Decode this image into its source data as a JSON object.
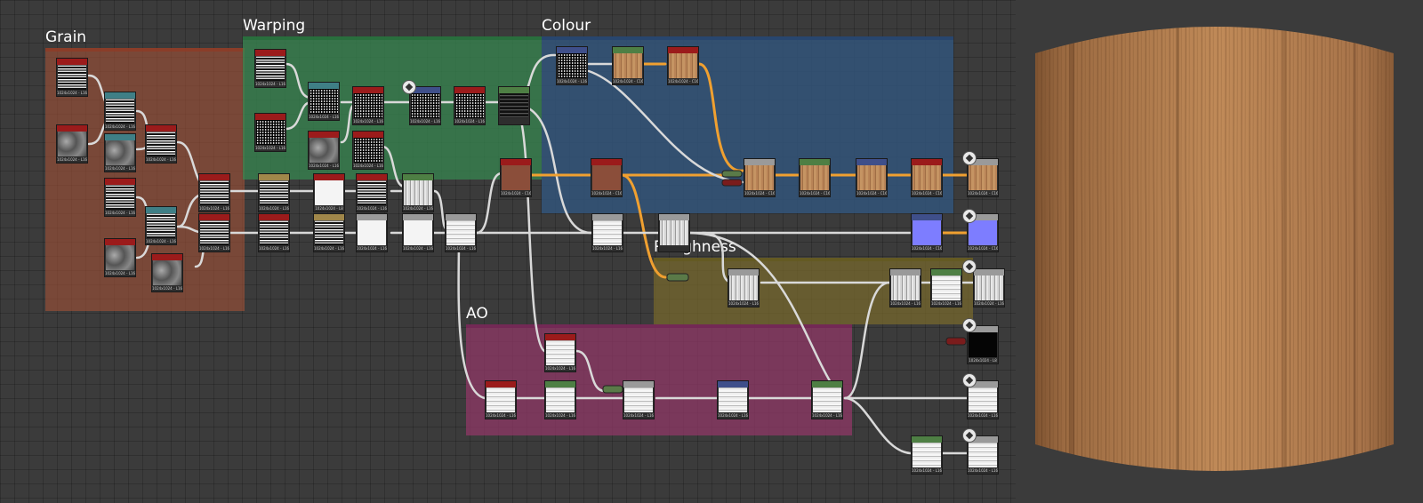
{
  "frames": {
    "grain": "Grain",
    "warping": "Warping",
    "colour": "Colour",
    "roughness": "Roughness",
    "ao": "AO"
  },
  "colors": {
    "wire_default": "#d9d9d9",
    "wire_colour": "#f0a030",
    "header_red": "#9b1b1b",
    "header_teal": "#3f7f86",
    "header_green": "#4e7f44",
    "header_blue": "#3f4f8a",
    "header_tan": "#a0874a",
    "wood": "#b98457"
  },
  "nodes": [
    {
      "id": "g1",
      "header": "red",
      "tex": "stripe",
      "cap": "1024x1024 - L16"
    },
    {
      "id": "g2",
      "header": "red",
      "tex": "blur",
      "cap": "1024x1024 - L16"
    },
    {
      "id": "g3",
      "header": "teal",
      "tex": "stripe",
      "cap": "1024x1024 - L16"
    },
    {
      "id": "g4",
      "header": "teal",
      "tex": "blur",
      "cap": "1024x1024 - L16"
    },
    {
      "id": "g5",
      "header": "red",
      "tex": "stripe",
      "cap": "1024x1024 - L16"
    },
    {
      "id": "g6",
      "header": "red",
      "tex": "stripe",
      "cap": "1024x1024 - L16"
    },
    {
      "id": "g7",
      "header": "red",
      "tex": "blur",
      "cap": "1024x1024 - L16"
    },
    {
      "id": "g8",
      "header": "teal",
      "tex": "stripe",
      "cap": "1024x1024 - L16"
    },
    {
      "id": "g9",
      "header": "red",
      "tex": "stripe",
      "cap": "1024x1024 - L16"
    },
    {
      "id": "g10",
      "header": "red",
      "tex": "stripe",
      "cap": "1024x1024 - L16"
    },
    {
      "id": "g11",
      "header": "red",
      "tex": "blur",
      "cap": "1024x1024 - L16"
    },
    {
      "id": "w1",
      "header": "red",
      "tex": "stripe",
      "cap": "1024x1024 - L16"
    },
    {
      "id": "w2",
      "header": "red",
      "tex": "noise",
      "cap": "1024x1024 - L16"
    },
    {
      "id": "w3",
      "header": "teal",
      "tex": "noise",
      "cap": "1024x1024 - L16"
    },
    {
      "id": "w4",
      "header": "red",
      "tex": "blur",
      "cap": "1024x1024 - L16"
    },
    {
      "id": "w5",
      "header": "red",
      "tex": "noise",
      "cap": "1024x1024 - L16"
    },
    {
      "id": "w6",
      "header": "red",
      "tex": "noise",
      "cap": "1024x1024 - L16"
    },
    {
      "id": "w7",
      "header": "blue",
      "tex": "noise",
      "cap": "1024x1024 - L16"
    },
    {
      "id": "w8",
      "header": "red",
      "tex": "noise",
      "cap": "1024x1024 - L16"
    },
    {
      "id": "w9",
      "header": "green",
      "tex": "dark",
      "cap": ""
    },
    {
      "id": "w10",
      "header": "tan",
      "tex": "stripe",
      "cap": "1024x1024 - L16"
    },
    {
      "id": "w11",
      "header": "red",
      "tex": "stripe",
      "cap": "1024x1024 - L16"
    },
    {
      "id": "w12",
      "header": "red",
      "tex": "white",
      "cap": "1024x1024 - L8"
    },
    {
      "id": "w13",
      "header": "tan",
      "tex": "stripe",
      "cap": "1024x1024 - L16"
    },
    {
      "id": "w14",
      "header": "red",
      "tex": "stripe",
      "cap": "1024x1024 - L16"
    },
    {
      "id": "w15",
      "header": "grey",
      "tex": "white",
      "cap": "1024x1024 - L16"
    },
    {
      "id": "w16",
      "header": "green",
      "tex": "grey",
      "cap": "1024x1024 - L16"
    },
    {
      "id": "w17",
      "header": "grey",
      "tex": "white",
      "cap": "1024x1024 - L16"
    },
    {
      "id": "w18",
      "header": "grey",
      "tex": "whitegrain",
      "cap": "1024x1024 - L16"
    },
    {
      "id": "c1",
      "header": "red",
      "tex": "woodred",
      "cap": "1024x1024 - C16"
    },
    {
      "id": "c2",
      "header": "blue",
      "tex": "noise",
      "cap": "1024x1024 - L16"
    },
    {
      "id": "c3",
      "header": "green",
      "tex": "wood",
      "cap": "1024x1024 - C16"
    },
    {
      "id": "c4",
      "header": "red",
      "tex": "wood",
      "cap": "1024x1024 - C16"
    },
    {
      "id": "c5",
      "header": "red",
      "tex": "woodred",
      "cap": "1024x1024 - C16"
    },
    {
      "id": "c6",
      "header": "grey",
      "tex": "wood",
      "cap": "1024x1024 - C16"
    },
    {
      "id": "c7",
      "header": "green",
      "tex": "wood",
      "cap": "1024x1024 - C16"
    },
    {
      "id": "c8",
      "header": "blue",
      "tex": "wood",
      "cap": "1024x1024 - C16"
    },
    {
      "id": "c9",
      "header": "red",
      "tex": "wood",
      "cap": "1024x1024 - C16"
    },
    {
      "id": "c10",
      "header": "grey",
      "tex": "wood",
      "cap": "1024x1024 - C16"
    },
    {
      "id": "n1",
      "header": "grey",
      "tex": "whitegrain",
      "cap": "1024x1024 - L16"
    },
    {
      "id": "n2",
      "header": "grey",
      "tex": "grey",
      "cap": ""
    },
    {
      "id": "n3",
      "header": "blue",
      "tex": "blue",
      "cap": "1024x1024 - C16"
    },
    {
      "id": "n4",
      "header": "grey",
      "tex": "blue",
      "cap": "1024x1024 - C16"
    },
    {
      "id": "r1",
      "header": "grey",
      "tex": "grey",
      "cap": "1024x1024 - L16"
    },
    {
      "id": "r2",
      "header": "grey",
      "tex": "grey",
      "cap": "1024x1024 - L16"
    },
    {
      "id": "r3",
      "header": "green",
      "tex": "whitegrain",
      "cap": "1024x1024 - L16"
    },
    {
      "id": "r4",
      "header": "grey",
      "tex": "grey",
      "cap": "1024x1024 - L16"
    },
    {
      "id": "o1",
      "header": "grey",
      "tex": "black",
      "cap": "1024x1024 - L8"
    },
    {
      "id": "a1",
      "header": "red",
      "tex": "whitegrain",
      "cap": "1024x1024 - L16"
    },
    {
      "id": "a2",
      "header": "red",
      "tex": "whitegrain",
      "cap": "1024x1024 - L16"
    },
    {
      "id": "a3",
      "header": "green",
      "tex": "whitegrain",
      "cap": "1024x1024 - L16"
    },
    {
      "id": "a4",
      "header": "grey",
      "tex": "whitegrain",
      "cap": "1024x1024 - L16"
    },
    {
      "id": "a5",
      "header": "blue",
      "tex": "whitegrain",
      "cap": "1024x1024 - L16"
    },
    {
      "id": "a6",
      "header": "green",
      "tex": "whitegrain",
      "cap": "1024x1024 - L16"
    },
    {
      "id": "a7",
      "header": "grey",
      "tex": "whitegrain",
      "cap": "1024x1024 - L16"
    },
    {
      "id": "a8",
      "header": "green",
      "tex": "whitegrain",
      "cap": "1024x1024 - L16"
    },
    {
      "id": "a9",
      "header": "grey",
      "tex": "whitegrain",
      "cap": "1024x1024 - L16"
    }
  ]
}
